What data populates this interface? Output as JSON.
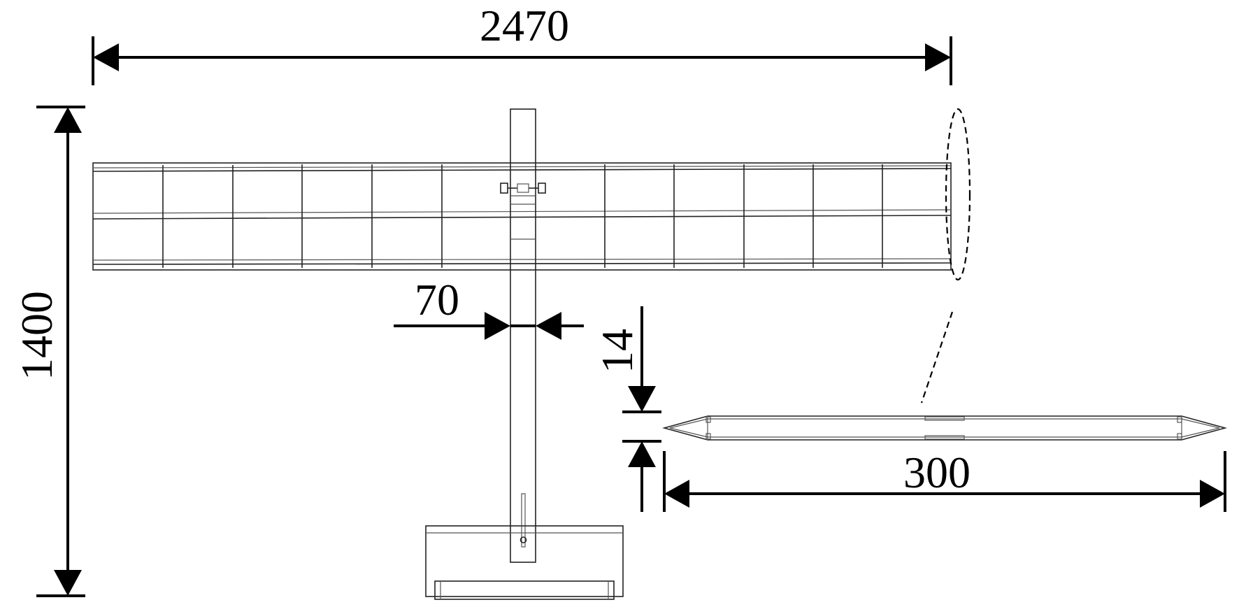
{
  "dimensions": {
    "wingspan": "2470",
    "length": "1400",
    "fuselage_width": "70",
    "section_thickness": "14",
    "section_chord": "300"
  }
}
